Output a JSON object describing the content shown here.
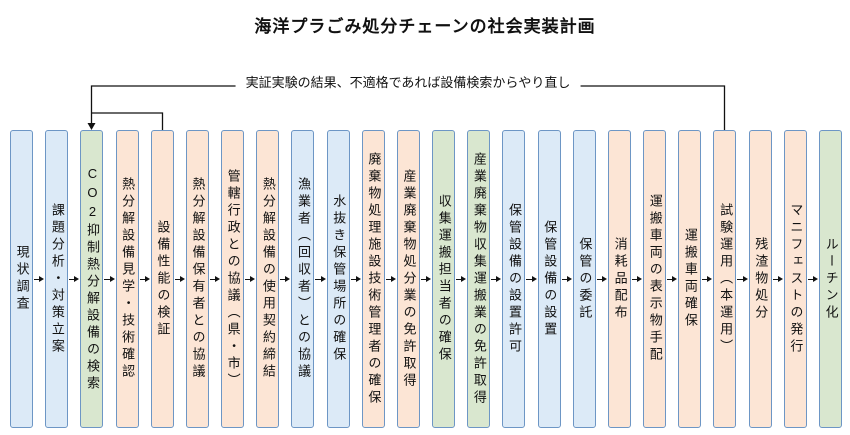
{
  "title": "海洋プラごみ処分チェーンの社会実装計画",
  "feedback_note": "実証実験の結果、不適格であれば設備検索からやり直し",
  "colors": {
    "box_border": "#6d96c5",
    "blue_fill": "#dceaf7",
    "green_fill": "#d9e7cf",
    "orange_fill": "#fce5d5",
    "line": "#111111"
  },
  "flow": {
    "stages": [
      {
        "label": "現状調査",
        "color": "blue"
      },
      {
        "label": "課題分析・対策立案",
        "color": "blue"
      },
      {
        "label": "CO2抑制熱分解設備の検索",
        "color": "green"
      },
      {
        "label": "熱分解設備見学・技術確認",
        "color": "orange"
      },
      {
        "label": "設備性能の検証",
        "color": "orange"
      },
      {
        "label": "熱分解設備保有者との協議",
        "color": "orange"
      },
      {
        "label": "管轄行政との協議（県・市）",
        "color": "orange"
      },
      {
        "label": "熱分解設備の使用契約締結",
        "color": "orange"
      },
      {
        "label": "漁業者（回収者）との協議",
        "color": "blue"
      },
      {
        "label": "水抜き保管場所の確保",
        "color": "blue"
      },
      {
        "label": "廃棄物処理施設技術管理者の確保",
        "color": "orange"
      },
      {
        "label": "産業廃棄物処分業の免許取得",
        "color": "orange"
      },
      {
        "label": "収集運搬担当者の確保",
        "color": "green"
      },
      {
        "label": "産業廃棄物収集運搬業の免許取得",
        "color": "green"
      },
      {
        "label": "保管設備の設置許可",
        "color": "blue"
      },
      {
        "label": "保管設備の設置",
        "color": "blue"
      },
      {
        "label": "保管の委託",
        "color": "blue"
      },
      {
        "label": "消耗品配布",
        "color": "orange"
      },
      {
        "label": "運搬車両の表示物手配",
        "color": "orange"
      },
      {
        "label": "運搬車両確保",
        "color": "orange"
      },
      {
        "label": "試験運用（本運用）",
        "color": "orange"
      },
      {
        "label": "残渣物処分",
        "color": "orange"
      },
      {
        "label": "マニフェストの発行",
        "color": "orange"
      },
      {
        "label": "ルーチン化",
        "color": "green"
      }
    ],
    "feedback": {
      "to_stage_index": 2,
      "from_stage_indexes": [
        4,
        20
      ]
    }
  }
}
